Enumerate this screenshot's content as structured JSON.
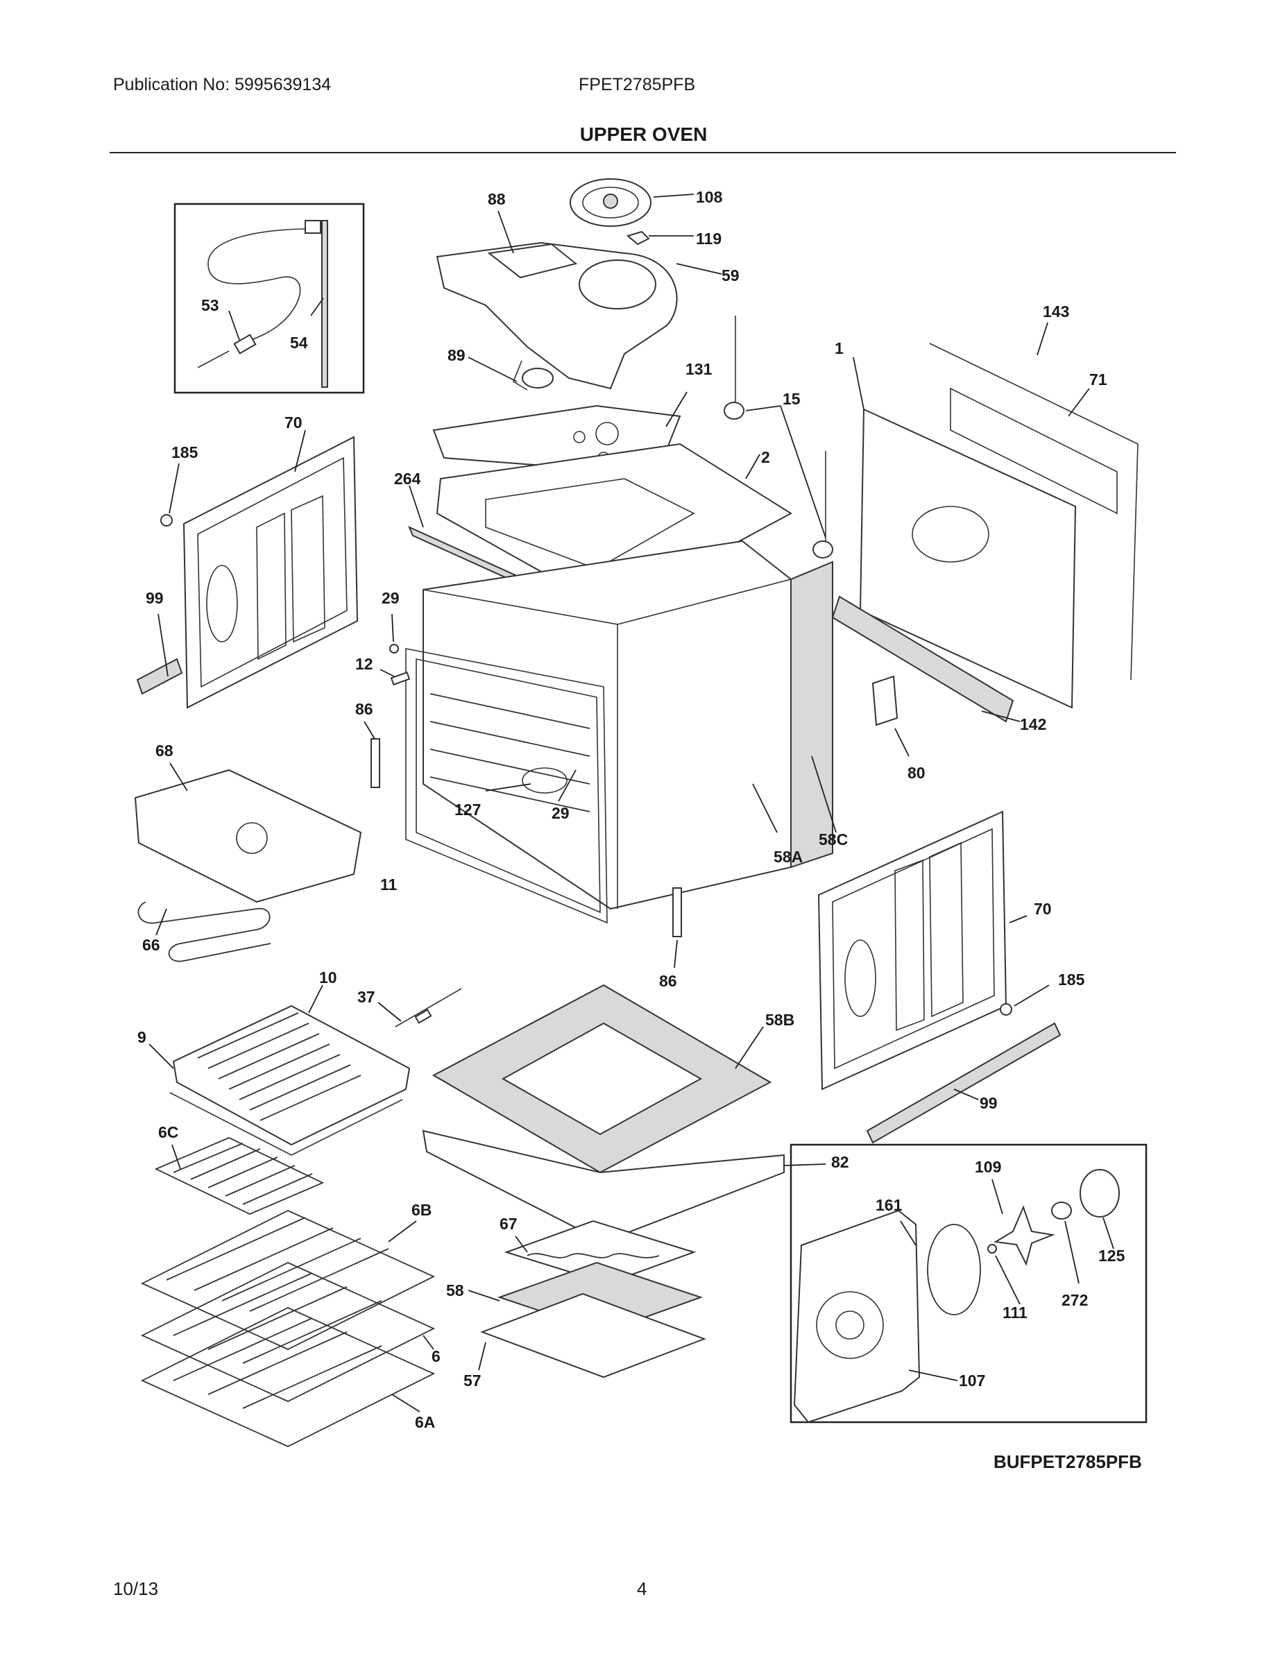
{
  "header": {
    "publication": "Publication No: 5995639134",
    "model": "FPET2785PFB"
  },
  "title": "UPPER OVEN",
  "diagram_code": "BUFPET2785PFB",
  "footer": {
    "date": "10/13",
    "page": "4"
  },
  "callouts": {
    "c88": "88",
    "c108": "108",
    "c119": "119",
    "c59": "59",
    "c53": "53",
    "c54": "54",
    "c89": "89",
    "c131": "131",
    "c15": "15",
    "c1": "1",
    "c143": "143",
    "c71": "71",
    "c70a": "70",
    "c185a": "185",
    "c264": "264",
    "c2": "2",
    "c99a": "99",
    "c29a": "29",
    "c12": "12",
    "c86a": "86",
    "c142": "142",
    "c80": "80",
    "c68": "68",
    "c127": "127",
    "c29b": "29",
    "c58c": "58C",
    "c58a": "58A",
    "c11": "11",
    "c66": "66",
    "c70b": "70",
    "c86b": "86",
    "c10": "10",
    "c37": "37",
    "c58b": "58B",
    "c185b": "185",
    "c9": "9",
    "c99b": "99",
    "c6c": "6C",
    "c82": "82",
    "c109": "109",
    "c161": "161",
    "c6b": "6B",
    "c67": "67",
    "c125": "125",
    "c58": "58",
    "c111": "111",
    "c272": "272",
    "c6": "6",
    "c57": "57",
    "c107": "107",
    "c6a": "6A"
  }
}
